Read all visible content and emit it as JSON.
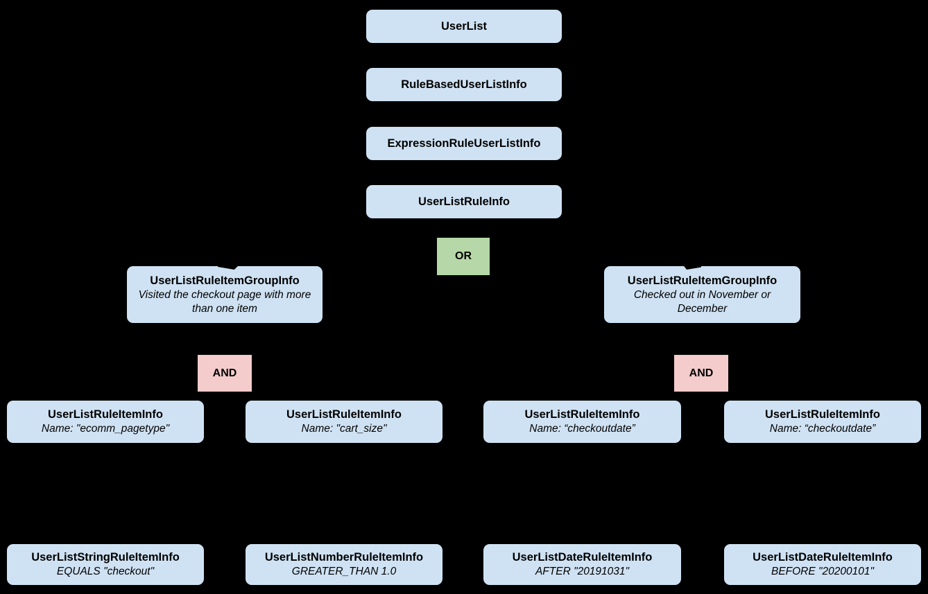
{
  "colors": {
    "background": "#000000",
    "node_fill": "#cfe2f3",
    "or_fill": "#b6d7a8",
    "and_fill": "#f4cccc",
    "text": "#000000"
  },
  "diagram": {
    "chain": [
      {
        "label": "UserList"
      },
      {
        "label": "RuleBasedUserListInfo"
      },
      {
        "label": "ExpressionRuleUserListInfo"
      },
      {
        "label": "UserListRuleInfo"
      }
    ],
    "or_operator": {
      "label": "OR"
    },
    "groups": [
      {
        "title": "UserListRuleItemGroupInfo",
        "note": "Visited the checkout page with more than one item"
      },
      {
        "title": "UserListRuleItemGroupInfo",
        "note": "Checked out in November or December"
      }
    ],
    "and_operators": [
      {
        "label": "AND"
      },
      {
        "label": "AND"
      }
    ],
    "items": [
      {
        "title": "UserListRuleItemInfo",
        "note": "Name: \"ecomm_pagetype\""
      },
      {
        "title": "UserListRuleItemInfo",
        "note": "Name: \"cart_size\""
      },
      {
        "title": "UserListRuleItemInfo",
        "note": "Name: “checkoutdate”"
      },
      {
        "title": "UserListRuleItemInfo",
        "note": "Name: “checkoutdate”"
      }
    ],
    "leaves": [
      {
        "title": "UserListStringRuleItemInfo",
        "note": "EQUALS \"checkout\""
      },
      {
        "title": "UserListNumberRuleItemInfo",
        "note": "GREATER_THAN 1.0"
      },
      {
        "title": "UserListDateRuleItemInfo",
        "note": "AFTER \"20191031\""
      },
      {
        "title": "UserListDateRuleItemInfo",
        "note": "BEFORE \"20200101\""
      }
    ],
    "icons": [
      {
        "name": "arrowhead-icon",
        "shape": "black-triangle"
      },
      {
        "name": "arrowhead-icon",
        "shape": "black-triangle"
      }
    ]
  }
}
